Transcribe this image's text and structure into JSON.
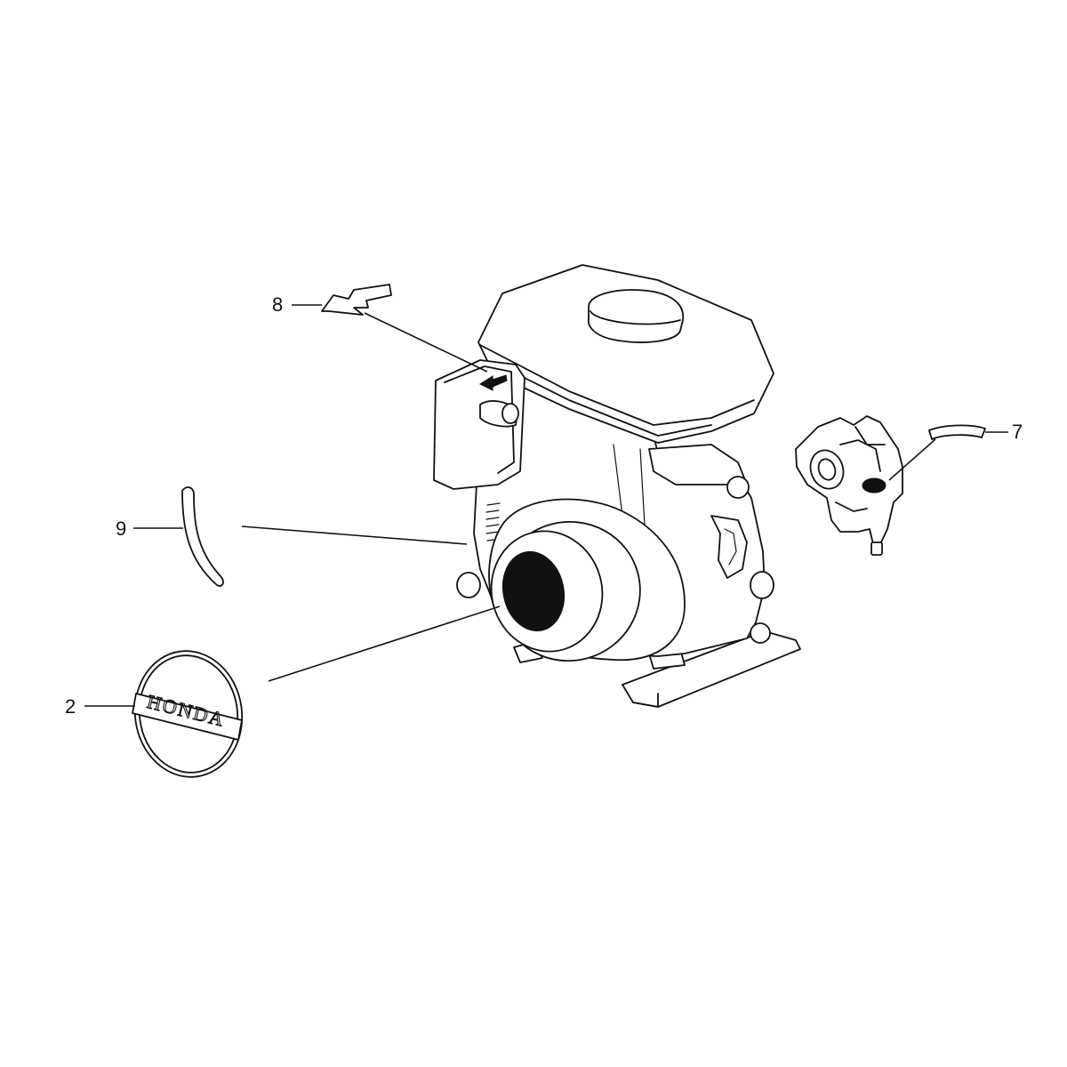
{
  "callouts": [
    {
      "id": "2",
      "label": "2"
    },
    {
      "id": "7",
      "label": "7"
    },
    {
      "id": "8",
      "label": "8"
    },
    {
      "id": "9",
      "label": "9"
    }
  ],
  "emblem": {
    "text": "HONDA"
  },
  "colors": {
    "line": "#111111",
    "background": "#ffffff"
  }
}
